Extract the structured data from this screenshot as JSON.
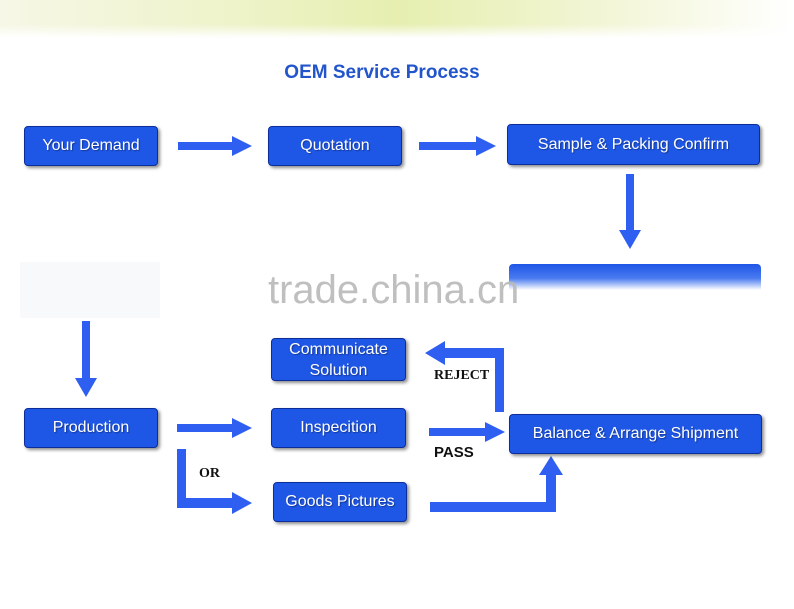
{
  "title": "OEM Service Process",
  "steps": {
    "your_demand": "Your Demand",
    "quotation": "Quotation",
    "sample_packing": "Sample & Packing Confirm",
    "production": "Production",
    "inspection": "Inspecition",
    "communicate": "Communicate\nSolution",
    "goods_pictures": "Goods Pictures",
    "balance_shipment": "Balance & Arrange Shipment"
  },
  "labels": {
    "reject": "REJECT",
    "pass": "PASS",
    "or": "OR"
  },
  "watermark": "trade.china.cn",
  "colors": {
    "box_fill": "#1e56e6",
    "arrow": "#2f5ff0",
    "title": "#2255cc"
  }
}
